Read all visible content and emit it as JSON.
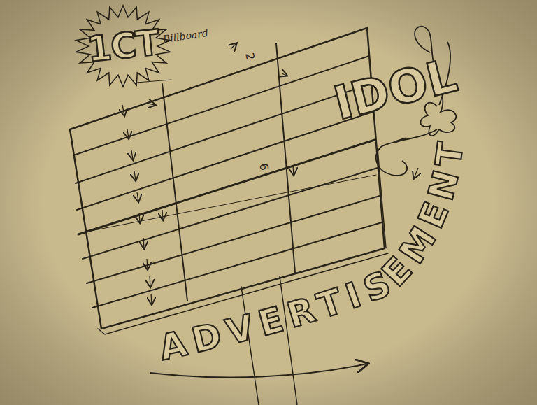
{
  "diagram": {
    "nodes": [
      {
        "text": [
          "1CT"
        ]
      }
    ],
    "labels": [
      "Billboard",
      "2",
      "6",
      "IDOL",
      "ADVERTISEMENT"
    ]
  }
}
